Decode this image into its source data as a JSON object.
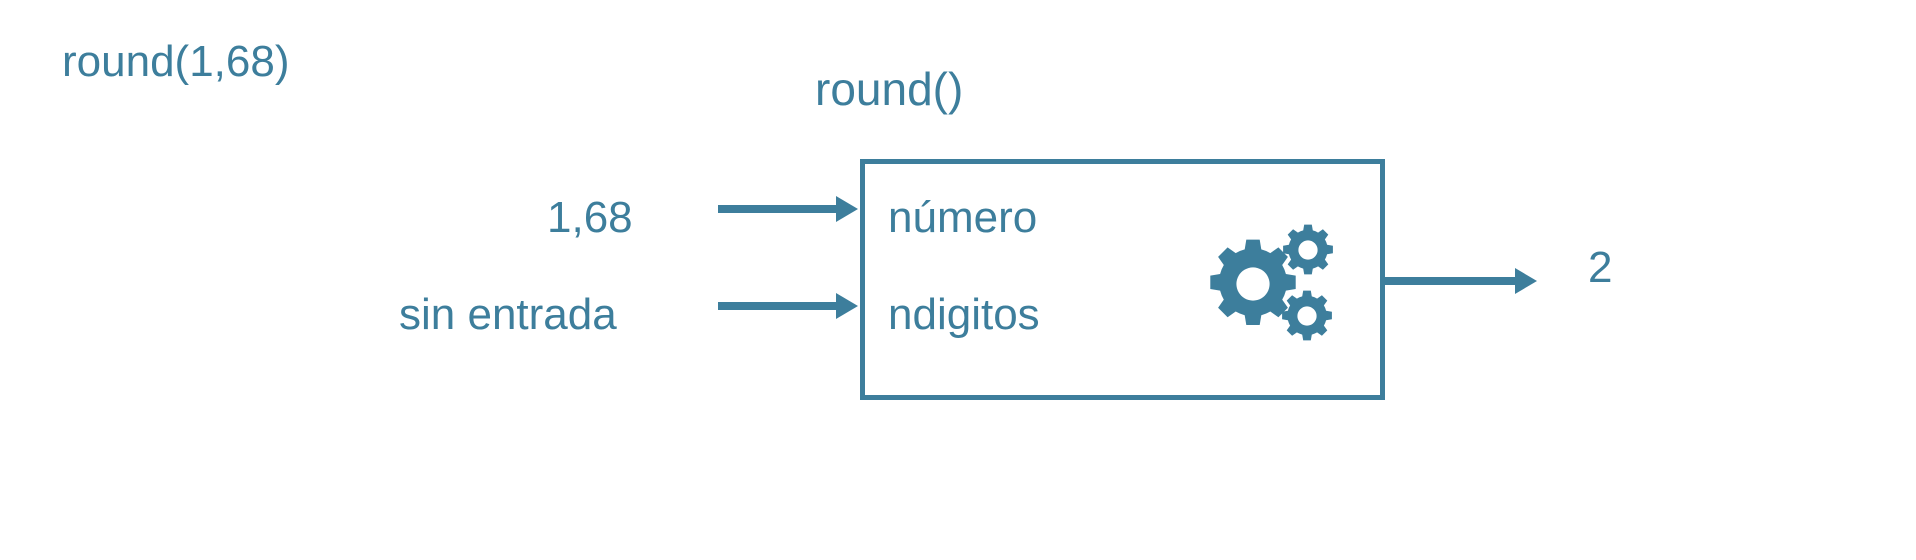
{
  "diagram": {
    "type": "function-black-box",
    "accent_color": "#3d7e9c",
    "background_color": "#ffffff",
    "expression_caption": "round(1,68)",
    "function_title": "round()",
    "box": {
      "parameters": [
        {
          "name": "número",
          "incoming_label": "1,68"
        },
        {
          "name": "ndigitos",
          "incoming_label": "sin entrada"
        }
      ],
      "icon": "gears-icon"
    },
    "output": {
      "value": "2"
    },
    "arrows": {
      "input_numero": "arrow-right-icon",
      "input_ndigitos": "arrow-right-icon",
      "output": "arrow-right-icon"
    }
  }
}
